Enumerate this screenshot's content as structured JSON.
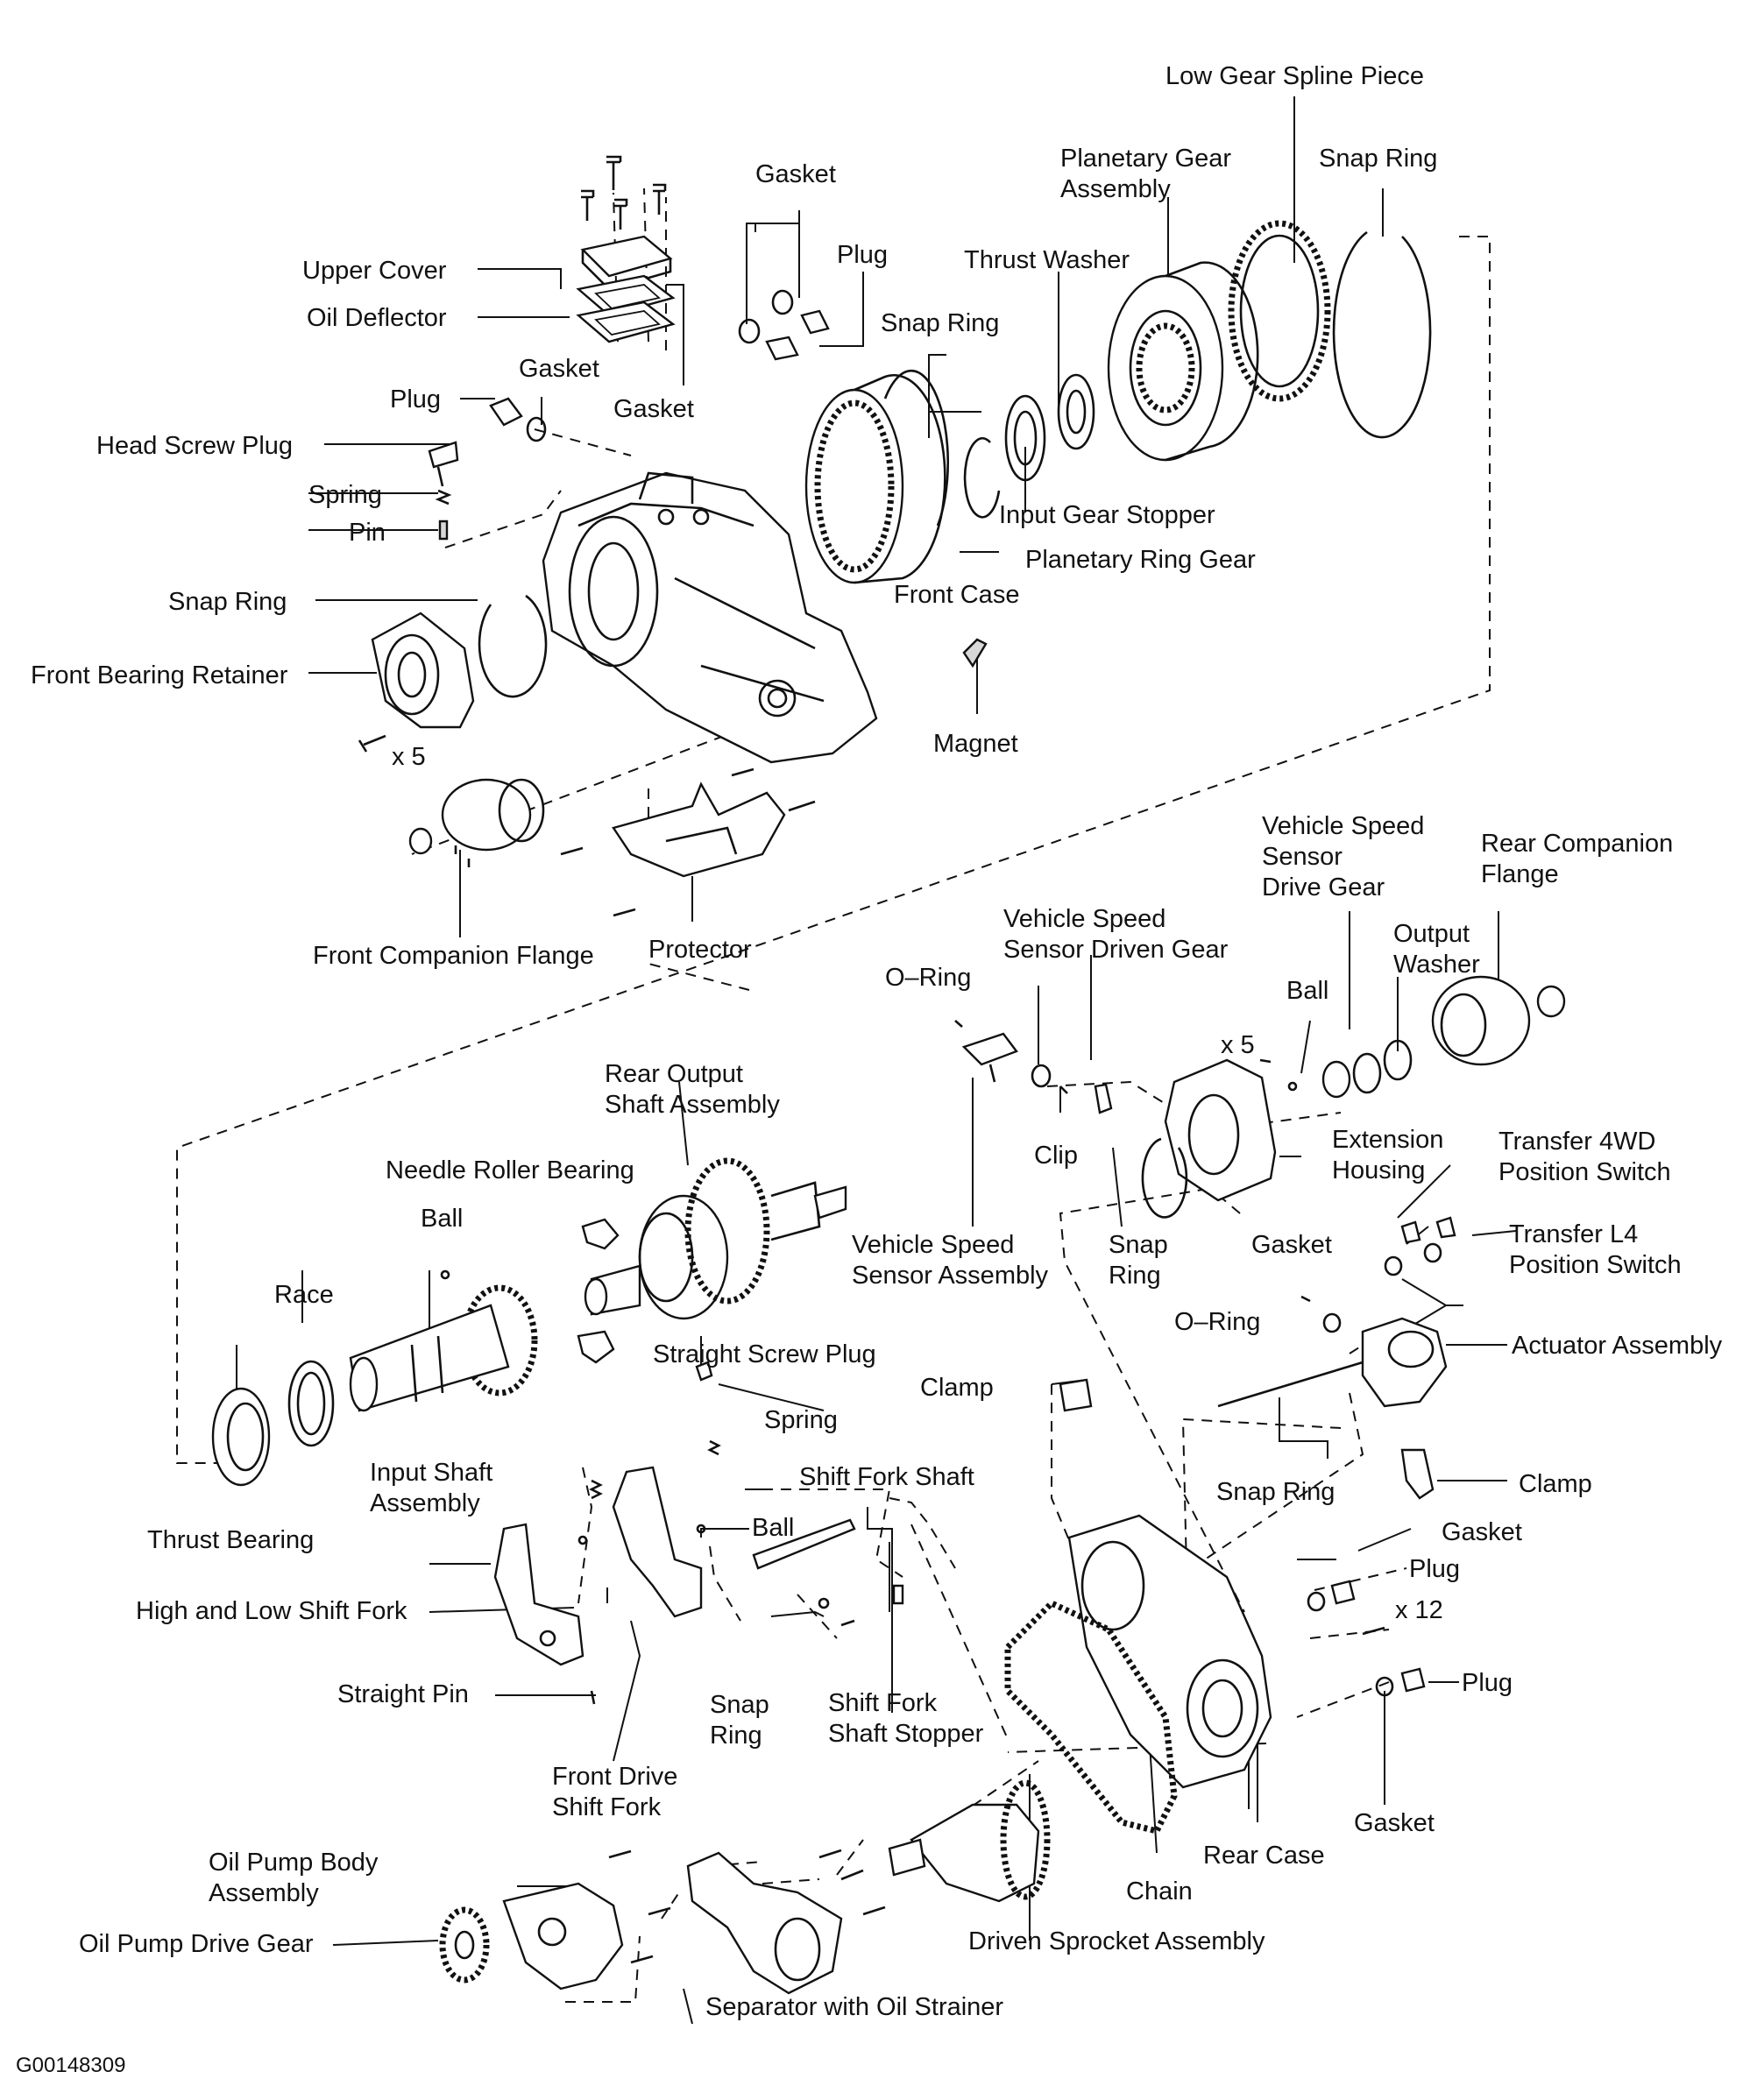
{
  "diagram": {
    "figure_id": "G00148309",
    "labels": {
      "low_gear_spline_piece": "Low Gear Spline Piece",
      "planetary_gear_assembly_1": "Planetary Gear",
      "planetary_gear_assembly_2": "Assembly",
      "snap_ring_top_right": "Snap Ring",
      "gasket_top": "Gasket",
      "plug_top": "Plug",
      "thrust_washer": "Thrust Washer",
      "snap_ring_top_mid": "Snap Ring",
      "upper_cover": "Upper Cover",
      "oil_deflector": "Oil Deflector",
      "gasket_left": "Gasket",
      "gasket_right_cover": "Gasket",
      "plug_left": "Plug",
      "head_screw_plug": "Head Screw Plug",
      "spring_top": "Spring",
      "pin": "Pin",
      "input_gear_stopper": "Input Gear Stopper",
      "planetary_ring_gear": "Planetary Ring Gear",
      "snap_ring_left": "Snap Ring",
      "front_case": "Front Case",
      "front_bearing_retainer": "Front Bearing Retainer",
      "x5_front": "x 5",
      "magnet": "Magnet",
      "front_companion_flange": "Front Companion Flange",
      "protector": "Protector",
      "vss_drive_gear_1": "Vehicle Speed",
      "vss_drive_gear_2": "Sensor",
      "vss_drive_gear_3": "Drive Gear",
      "rear_companion_flange_1": "Rear Companion",
      "rear_companion_flange_2": "Flange",
      "vss_driven_gear_1": "Vehicle Speed",
      "vss_driven_gear_2": "Sensor Driven Gear",
      "output_washer_1": "Output",
      "output_washer_2": "Washer",
      "o_ring_top": "O–Ring",
      "ball_right": "Ball",
      "x5_rear": "x 5",
      "rear_output_shaft_1": "Rear Output",
      "rear_output_shaft_2": "Shaft Assembly",
      "extension_housing_1": "Extension",
      "extension_housing_2": "Housing",
      "clip": "Clip",
      "needle_roller_bearing": "Needle Roller Bearing",
      "transfer_4wd_1": "Transfer 4WD",
      "transfer_4wd_2": "Position Switch",
      "ball_left": "Ball",
      "vss_assembly_1": "Vehicle Speed",
      "vss_assembly_2": "Sensor Assembly",
      "snap_ring_mid_1": "Snap",
      "snap_ring_mid_2": "Ring",
      "gasket_mid_right": "Gasket",
      "transfer_l4_1": "Transfer L4",
      "transfer_l4_2": "Position Switch",
      "race": "Race",
      "o_ring_mid": "O–Ring",
      "actuator_assembly": "Actuator Assembly",
      "straight_screw_plug": "Straight Screw Plug",
      "clamp_mid": "Clamp",
      "spring_mid": "Spring",
      "input_shaft_1": "Input Shaft",
      "input_shaft_2": "Assembly",
      "snap_ring_right_low": "Snap Ring",
      "clamp_right": "Clamp",
      "shift_fork_shaft": "Shift Fork Shaft",
      "thrust_bearing": "Thrust Bearing",
      "ball_mid": "Ball",
      "gasket_low_right": "Gasket",
      "plug_low_right": "Plug",
      "high_low_shift_fork": "High and Low Shift Fork",
      "x12": "x 12",
      "straight_pin": "Straight Pin",
      "snap_ring_low_1": "Snap",
      "snap_ring_low_2": "Ring",
      "shift_fork_stopper_1": "Shift Fork",
      "shift_fork_stopper_2": "Shaft Stopper",
      "plug_bottom_right": "Plug",
      "front_drive_fork_1": "Front Drive",
      "front_drive_fork_2": "Shift Fork",
      "gasket_bottom_right": "Gasket",
      "oil_pump_body_1": "Oil Pump Body",
      "oil_pump_body_2": "Assembly",
      "rear_case": "Rear Case",
      "chain": "Chain",
      "oil_pump_drive_gear": "Oil Pump Drive Gear",
      "driven_sprocket": "Driven Sprocket Assembly",
      "separator": "Separator with Oil Strainer"
    }
  }
}
